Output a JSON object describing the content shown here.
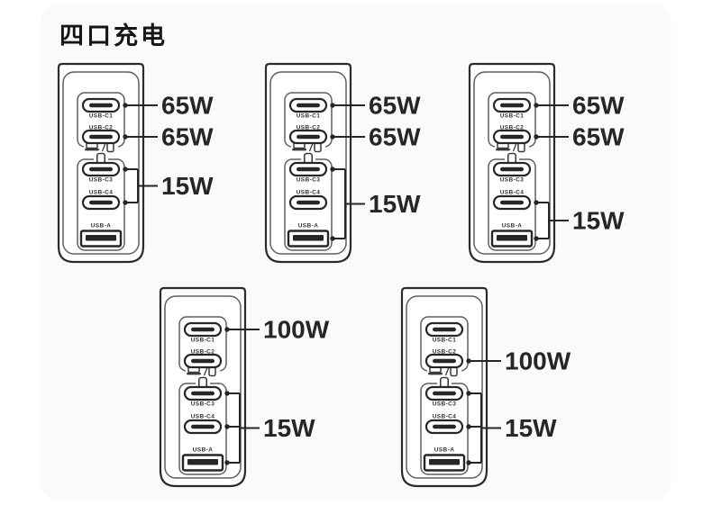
{
  "title": "四口充电",
  "colors": {
    "page_bg": "#ffffff",
    "card_bg": "#fafafa",
    "body_stroke": "#2b2b2b",
    "inner_stroke": "#5f5f5f",
    "port_stroke": "#262626",
    "port_fill": "#262626",
    "line": "#262626",
    "text": "#262626"
  },
  "port_labels": [
    "USB-C1",
    "USB-C2",
    "USB-C3",
    "USB-C4",
    "USB-A"
  ],
  "icons": [
    "laptop-icon",
    "phone-icon"
  ],
  "chargers": [
    {
      "name": "charger-1",
      "callouts": [
        {
          "label": "65W",
          "ports": [
            "USB-C1"
          ]
        },
        {
          "label": "65W",
          "ports": [
            "USB-C2"
          ]
        },
        {
          "label": "15W",
          "ports": [
            "USB-C3",
            "USB-C4"
          ]
        }
      ]
    },
    {
      "name": "charger-2",
      "callouts": [
        {
          "label": "65W",
          "ports": [
            "USB-C1"
          ]
        },
        {
          "label": "65W",
          "ports": [
            "USB-C2"
          ]
        },
        {
          "label": "15W",
          "ports": [
            "USB-C3",
            "USB-A"
          ]
        }
      ]
    },
    {
      "name": "charger-3",
      "callouts": [
        {
          "label": "65W",
          "ports": [
            "USB-C1"
          ]
        },
        {
          "label": "65W",
          "ports": [
            "USB-C2"
          ]
        },
        {
          "label": "15W",
          "ports": [
            "USB-C4",
            "USB-A"
          ]
        }
      ]
    },
    {
      "name": "charger-4",
      "callouts": [
        {
          "label": "100W",
          "ports": [
            "USB-C1"
          ]
        },
        {
          "label": "15W",
          "ports": [
            "USB-C3",
            "USB-C4",
            "USB-A"
          ]
        }
      ]
    },
    {
      "name": "charger-5",
      "callouts": [
        {
          "label": "100W",
          "ports": [
            "USB-C2"
          ]
        },
        {
          "label": "15W",
          "ports": [
            "USB-C3",
            "USB-C4",
            "USB-A"
          ]
        }
      ]
    }
  ]
}
